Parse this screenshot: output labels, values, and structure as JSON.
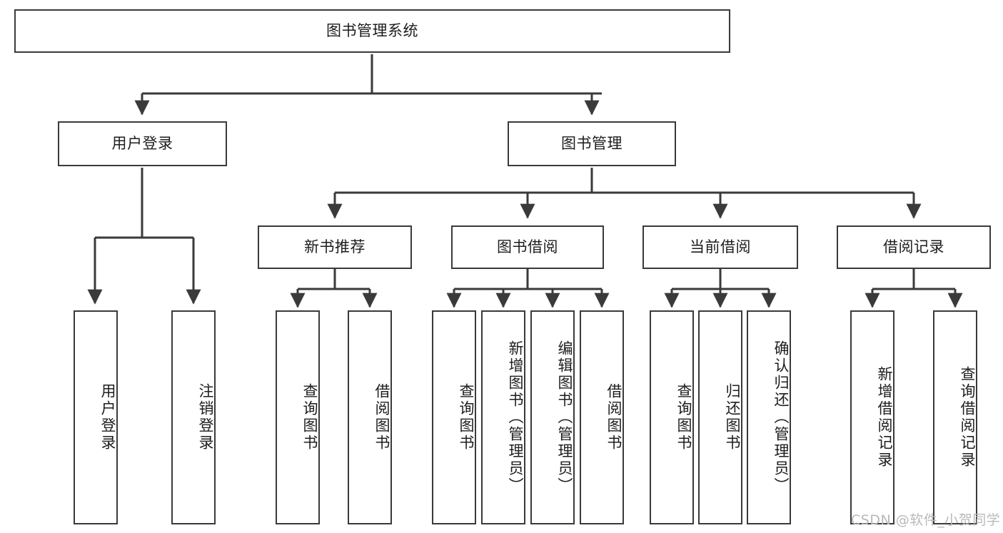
{
  "diagram": {
    "type": "tree-hierarchy",
    "orientation": "top-down",
    "background_color": "#ffffff",
    "line_color": "#3a3a3a",
    "text_color": "#1d1d1d"
  },
  "root": {
    "label": "图书管理系统"
  },
  "level2": [
    {
      "label": "用户登录"
    },
    {
      "label": "图书管理"
    }
  ],
  "level3": [
    {
      "label": "新书推荐"
    },
    {
      "label": "图书借阅"
    },
    {
      "label": "当前借阅"
    },
    {
      "label": "借阅记录"
    }
  ],
  "leaves": {
    "user_login": [
      {
        "label": "用户登录"
      },
      {
        "label": "注销登录"
      }
    ],
    "new_book_recommend": [
      {
        "label": "查询图书"
      },
      {
        "label": "借阅图书"
      }
    ],
    "book_borrow": [
      {
        "label": "查询图书"
      },
      {
        "label": "新增图书（管理员）"
      },
      {
        "label": "编辑图书（管理员）"
      },
      {
        "label": "借阅图书"
      }
    ],
    "current_borrow": [
      {
        "label": "查询图书"
      },
      {
        "label": "归还图书"
      },
      {
        "label": "确认归还（管理员）"
      }
    ],
    "borrow_record": [
      {
        "label": "新增借阅记录"
      },
      {
        "label": "查询借阅记录"
      }
    ]
  },
  "watermark": {
    "text": "CSDN @软件_小贺同学"
  }
}
